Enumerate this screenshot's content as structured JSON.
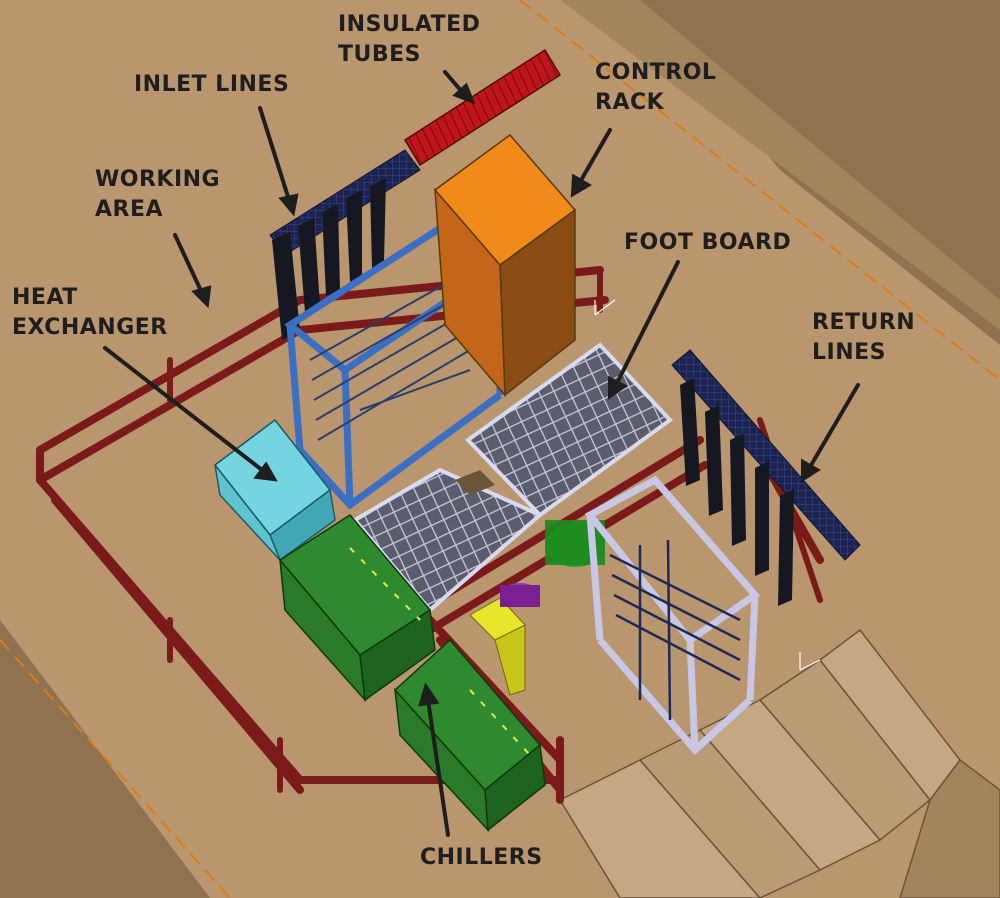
{
  "labels": {
    "insulated_tubes": {
      "line1": "INSULATED",
      "line2": "TUBES"
    },
    "inlet_lines": {
      "line1": "INLET LINES"
    },
    "control_rack": {
      "line1": "CONTROL",
      "line2": "RACK"
    },
    "working_area": {
      "line1": "WORKING",
      "line2": "AREA"
    },
    "foot_board": {
      "line1": "FOOT BOARD"
    },
    "heat_exchanger": {
      "line1": "HEAT",
      "line2": "EXCHANGER"
    },
    "return_lines": {
      "line1": "RETURN",
      "line2": "LINES"
    },
    "chillers": {
      "line1": "CHILLERS"
    }
  },
  "colors": {
    "floor": "#b9966d",
    "pit_wall": "#8f7351",
    "railing": "#7a1a1a",
    "control_rack": "#e07a10",
    "heat_exchanger": "#5ec4d0",
    "chillers": "#2f7a2f",
    "frame_blue": "#3a6fc4",
    "frame_light": "#c8c8e6",
    "insulated_tubes": "#c0161b",
    "inlet_lines": "#1c2350",
    "return_lines": "#1c2350"
  }
}
